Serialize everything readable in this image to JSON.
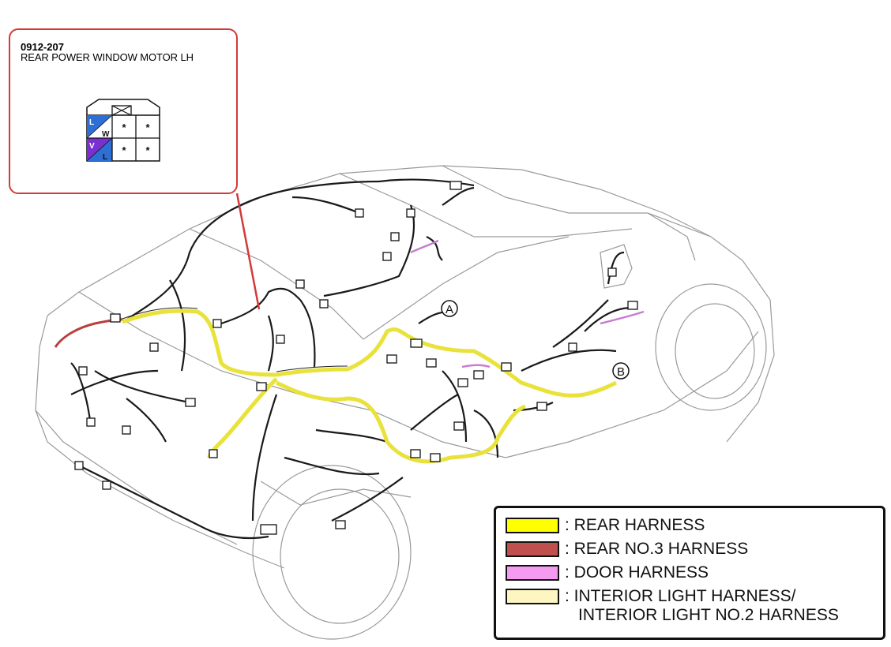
{
  "callout": {
    "code": "0912-207",
    "title": "REAR POWER WINDOW MOTOR LH",
    "connector": {
      "pins": [
        {
          "wire_top": "L",
          "wire_bottom": "W"
        },
        {
          "wire_top": "V",
          "wire_bottom": "L"
        }
      ],
      "empty_mark": "*"
    }
  },
  "markers": {
    "a": "A",
    "b": "B"
  },
  "legend": {
    "items": [
      {
        "label": ": REAR HARNESS",
        "color": "#ffff00"
      },
      {
        "label": ": REAR NO.3 HARNESS",
        "color": "#c0504d"
      },
      {
        "label": ": DOOR HARNESS",
        "color": "#f59af0"
      },
      {
        "label": ": INTERIOR LIGHT HARNESS/",
        "label2": "INTERIOR LIGHT NO.2 HARNESS",
        "color": "#fdf6c3"
      }
    ]
  }
}
